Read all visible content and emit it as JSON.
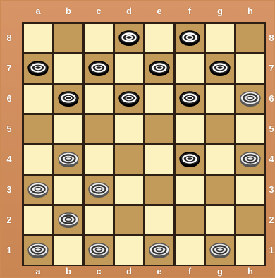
{
  "board": {
    "files": [
      "a",
      "b",
      "c",
      "d",
      "e",
      "f",
      "g",
      "h"
    ],
    "ranks": [
      "8",
      "7",
      "6",
      "5",
      "4",
      "3",
      "2",
      "1"
    ],
    "colors": {
      "light_square": "#fbf2c0",
      "dark_square": "#c29a5a",
      "frame": "#cd8a55",
      "grid": "#2e1f14",
      "black_piece": "#222222",
      "white_piece": "#eeeeee"
    },
    "pieces": [
      {
        "square": "d8",
        "color": "black"
      },
      {
        "square": "f8",
        "color": "black"
      },
      {
        "square": "a7",
        "color": "black"
      },
      {
        "square": "c7",
        "color": "black"
      },
      {
        "square": "e7",
        "color": "black"
      },
      {
        "square": "g7",
        "color": "black"
      },
      {
        "square": "b6",
        "color": "black"
      },
      {
        "square": "d6",
        "color": "black"
      },
      {
        "square": "f6",
        "color": "black"
      },
      {
        "square": "h6",
        "color": "white"
      },
      {
        "square": "b4",
        "color": "white"
      },
      {
        "square": "f4",
        "color": "black"
      },
      {
        "square": "h4",
        "color": "white"
      },
      {
        "square": "a3",
        "color": "white"
      },
      {
        "square": "c3",
        "color": "white"
      },
      {
        "square": "b2",
        "color": "white"
      },
      {
        "square": "a1",
        "color": "white"
      },
      {
        "square": "c1",
        "color": "white"
      },
      {
        "square": "e1",
        "color": "white"
      },
      {
        "square": "g1",
        "color": "white"
      }
    ]
  }
}
